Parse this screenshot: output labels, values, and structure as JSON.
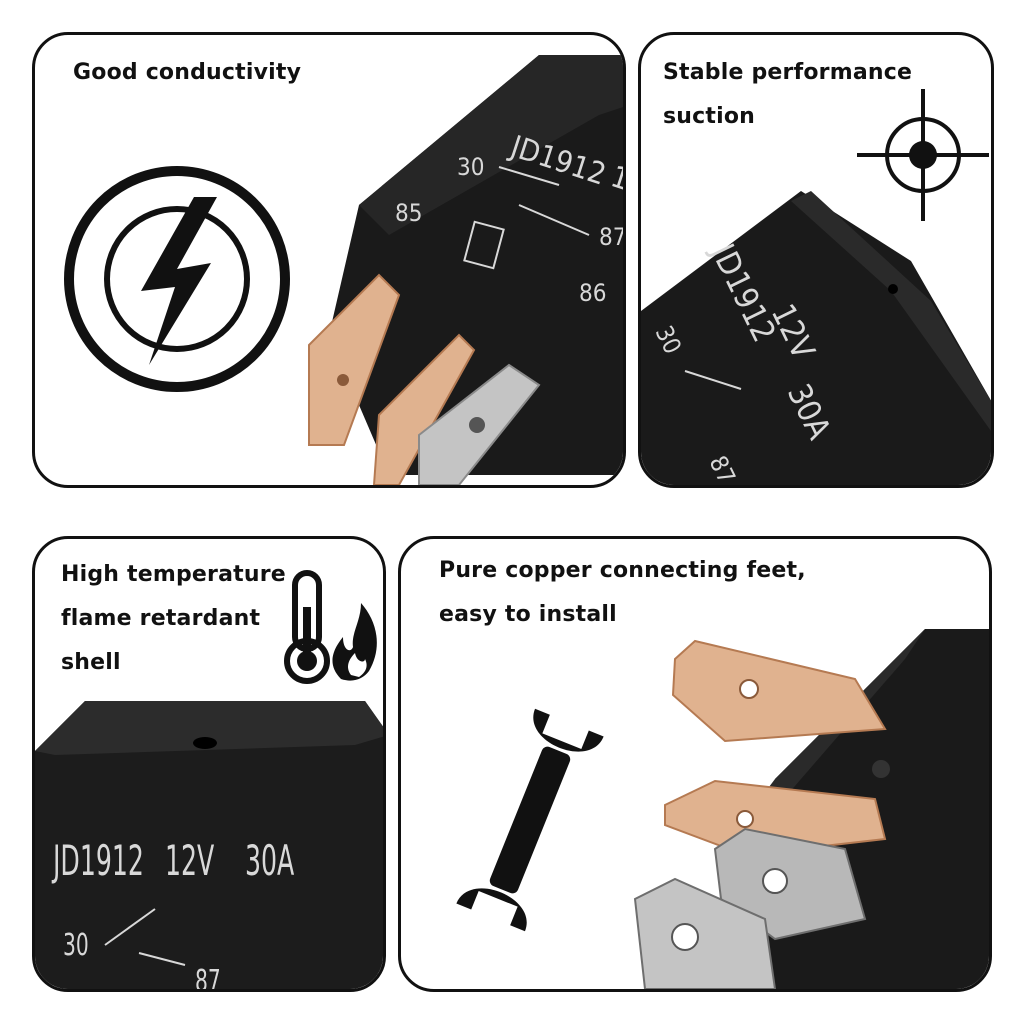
{
  "panels": {
    "conductivity": {
      "caption": "Good conductivity",
      "icon": "lightning-icon"
    },
    "stable": {
      "caption_lines": [
        "Stable performance",
        "suction"
      ],
      "icon": "crosshair-icon"
    },
    "temperature": {
      "caption_lines": [
        "High temperature",
        "flame retardant",
        "shell"
      ],
      "icon": "thermometer-flame-icon"
    },
    "copper": {
      "caption_lines": [
        "Pure copper connecting feet,",
        "easy to install"
      ],
      "icon": "wrench-icon"
    }
  },
  "relay": {
    "model": "JD1912",
    "voltage": "12V",
    "current": "30A",
    "pins": [
      "30",
      "87",
      "85",
      "86"
    ]
  },
  "colors": {
    "outline": "#111111",
    "relay_body": "#1a1a1a",
    "copper": "#d9a583",
    "silver": "#b8b8b8"
  }
}
